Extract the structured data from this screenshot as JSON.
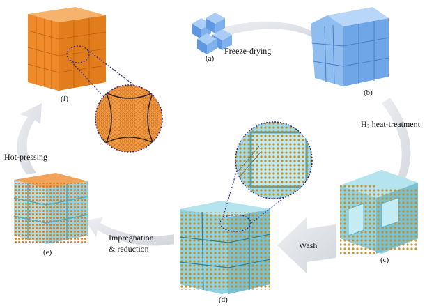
{
  "steps": {
    "freeze_drying": "Freeze-drying",
    "h2_prefix": "H",
    "h2_sub": "2",
    "h2_suffix": " heat-treatment",
    "wash": "Wash",
    "impregnation_line1": "Impregnation",
    "impregnation_line2": "& reduction",
    "hot_pressing": "Hot-pressing"
  },
  "panels": {
    "a": "(a)",
    "b": "(b)",
    "c": "(c)",
    "d": "(d)",
    "e": "(e)",
    "f": "(f)"
  },
  "colors": {
    "blue": "#7fb2ec",
    "teal": "#8fd3e2",
    "orange": "#ee8a2a",
    "bead": "#c98a1c",
    "arrow": "#dfe1e6",
    "dotted": "#2a2a8c"
  }
}
